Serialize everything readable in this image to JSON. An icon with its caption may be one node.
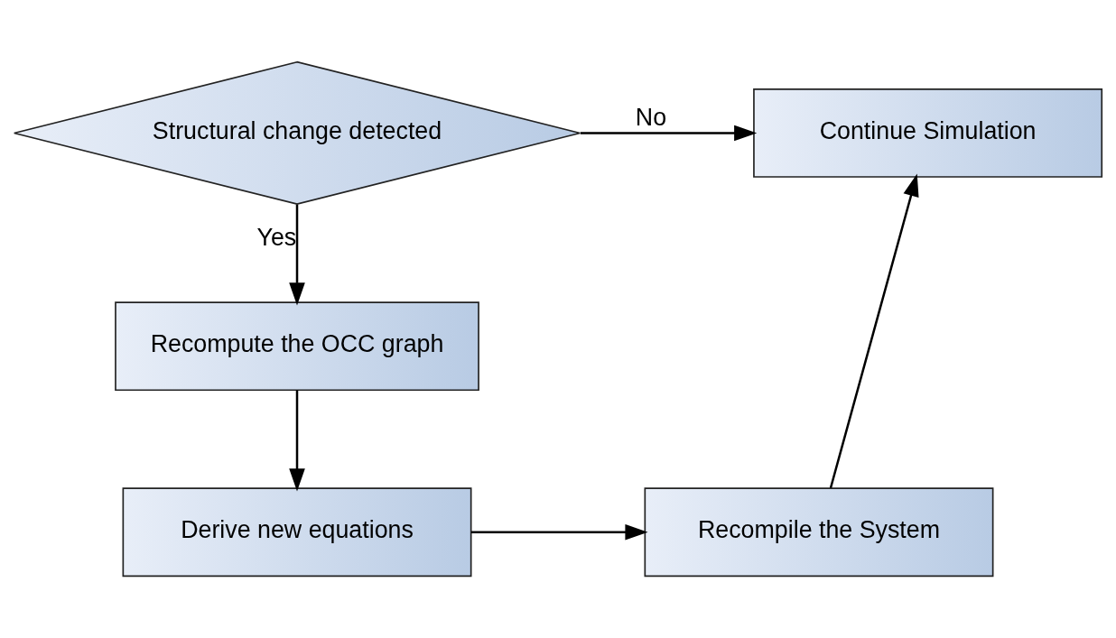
{
  "diagram": {
    "nodes": [
      {
        "text": [
          "Structural change detected"
        ]
      },
      {
        "text": [
          "Continue Simulation"
        ]
      },
      {
        "text": [
          "Recompute the OCC graph"
        ]
      },
      {
        "text": [
          "Derive new equations"
        ]
      },
      {
        "text": [
          "Recompile the System"
        ]
      }
    ],
    "edges": [
      {
        "from": 0,
        "to": 1,
        "arrow": "to",
        "label": "No"
      },
      {
        "from": 0,
        "to": 2,
        "arrow": "to",
        "label": "Yes"
      },
      {
        "from": 2,
        "to": 3,
        "arrow": "to"
      },
      {
        "from": 3,
        "to": 4,
        "arrow": "to"
      },
      {
        "from": 4,
        "to": 1,
        "arrow": "to"
      }
    ]
  }
}
